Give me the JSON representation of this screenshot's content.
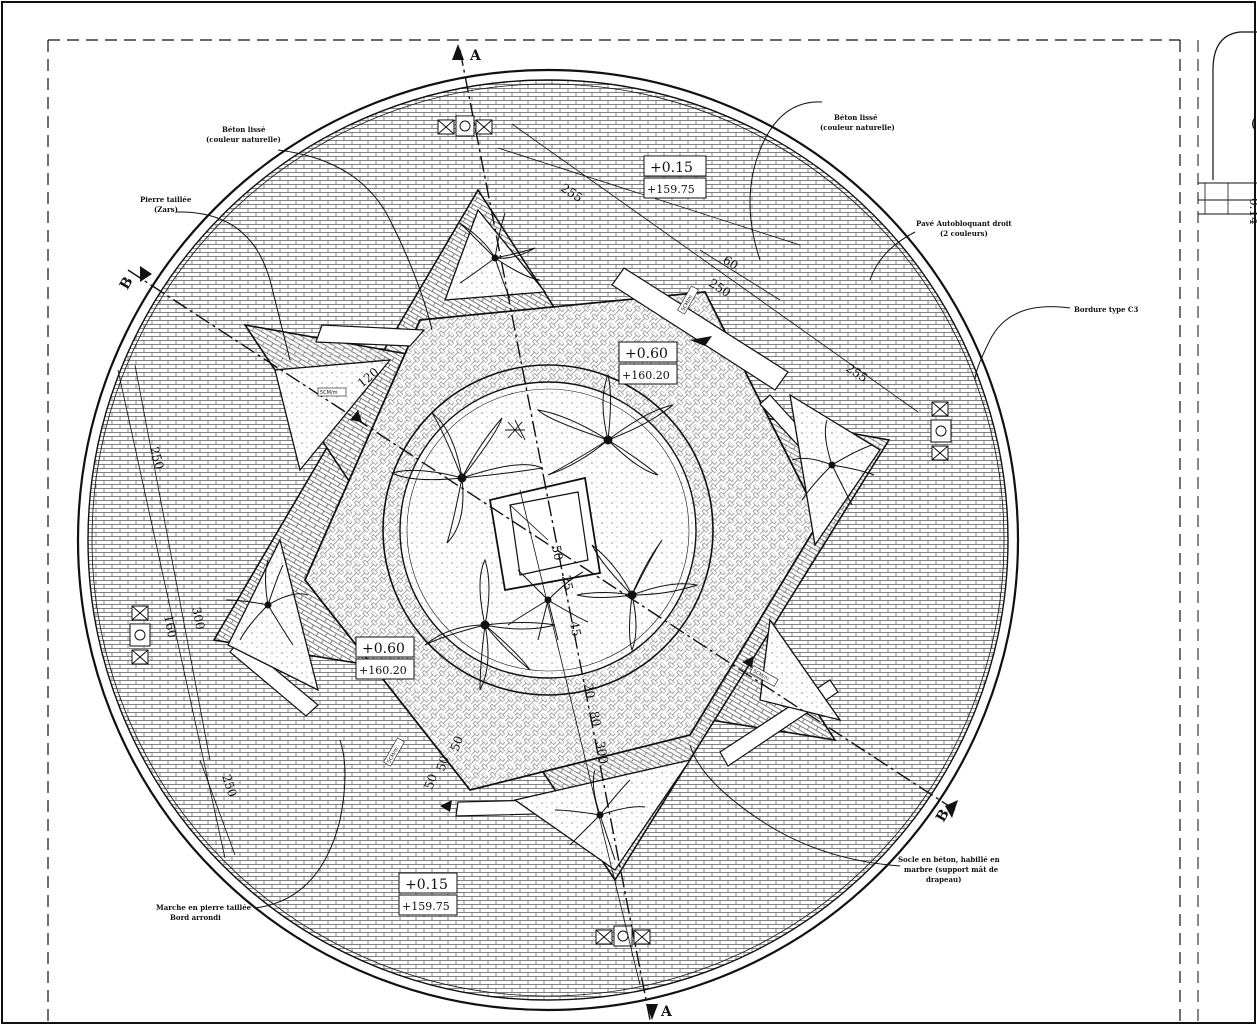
{
  "drawing": {
    "section_markers": {
      "a_top": "A",
      "a_bottom": "A",
      "b_left": "B",
      "b_right": "B"
    },
    "annotations": {
      "beton_lisse_left": [
        "Béton lissé",
        "(couleur naturelle)"
      ],
      "beton_lisse_right": [
        "Béton lissé",
        "(couleur naturelle)"
      ],
      "pierre_taillee": [
        "Pierre taillée",
        "(Zars)"
      ],
      "pave_autobloquant": [
        "Pavé Autobloquant droit",
        "(2 couleurs)"
      ],
      "bordure": [
        "Bordure type C3"
      ],
      "marche": [
        "Marche en pierre taillée",
        "Bord arrondi"
      ],
      "socle": [
        "Socle en béton, habillé en",
        "marbre (support mât de",
        "drapeau)"
      ]
    },
    "levels": {
      "top_right": {
        "finish": "+0.15",
        "ngf": "+159.75"
      },
      "center_right": {
        "finish": "+0.60",
        "ngf": "+160.20"
      },
      "center_left": {
        "finish": "+0.60",
        "ngf": "+160.20"
      },
      "bottom_left": {
        "finish": "+0.15",
        "ngf": "+159.75"
      }
    },
    "dimensions": {
      "d_255_top": "255",
      "d_60": "60",
      "d_250_top": "250",
      "d_255_right": "255",
      "d_120": "120",
      "d_250_left": "250",
      "d_160": "160",
      "d_300_left": "300",
      "d_250_bottom": "250",
      "d_50_center": "50",
      "d_25": "25",
      "d_45": "45",
      "d_20": "20",
      "d_80": "80",
      "d_300_bottom": "300",
      "d_50_a": "50",
      "d_50_b": "50",
      "d_50_c": "50"
    },
    "slope_labels": {
      "s1": "5CM/m",
      "s2": "5CM/m",
      "s3": "5CM/m",
      "s4": "5CM/m"
    },
    "side_sheet": {
      "dim": "0.14"
    }
  }
}
